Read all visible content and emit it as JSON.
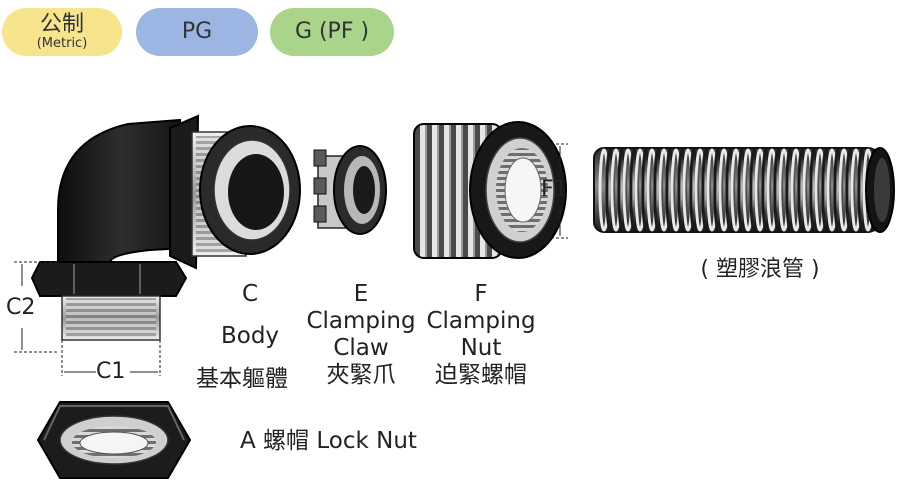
{
  "tabs": [
    {
      "label": "公制",
      "sublabel": "(Metric)",
      "color": "#f6e58d"
    },
    {
      "label": "PG",
      "color": "#9db5e3"
    },
    {
      "label": "G (PF )",
      "color": "#a9d48a"
    }
  ],
  "parts": {
    "c": {
      "letter": "C",
      "name": "Body",
      "cn": "基本軀體"
    },
    "e": {
      "letter": "E",
      "name_line1": "Clamping",
      "name_line2": "Claw",
      "cn": "夾緊爪"
    },
    "f": {
      "letter": "F",
      "name_line1": "Clamping",
      "name_line2": "Nut",
      "cn": "迫緊螺帽"
    },
    "a": {
      "label": "A   螺帽 Lock Nut"
    },
    "tube": {
      "label": "( 塑膠浪管 )"
    }
  },
  "dimensions": {
    "c1": "C1",
    "c2": "C2",
    "f1": "F1"
  }
}
